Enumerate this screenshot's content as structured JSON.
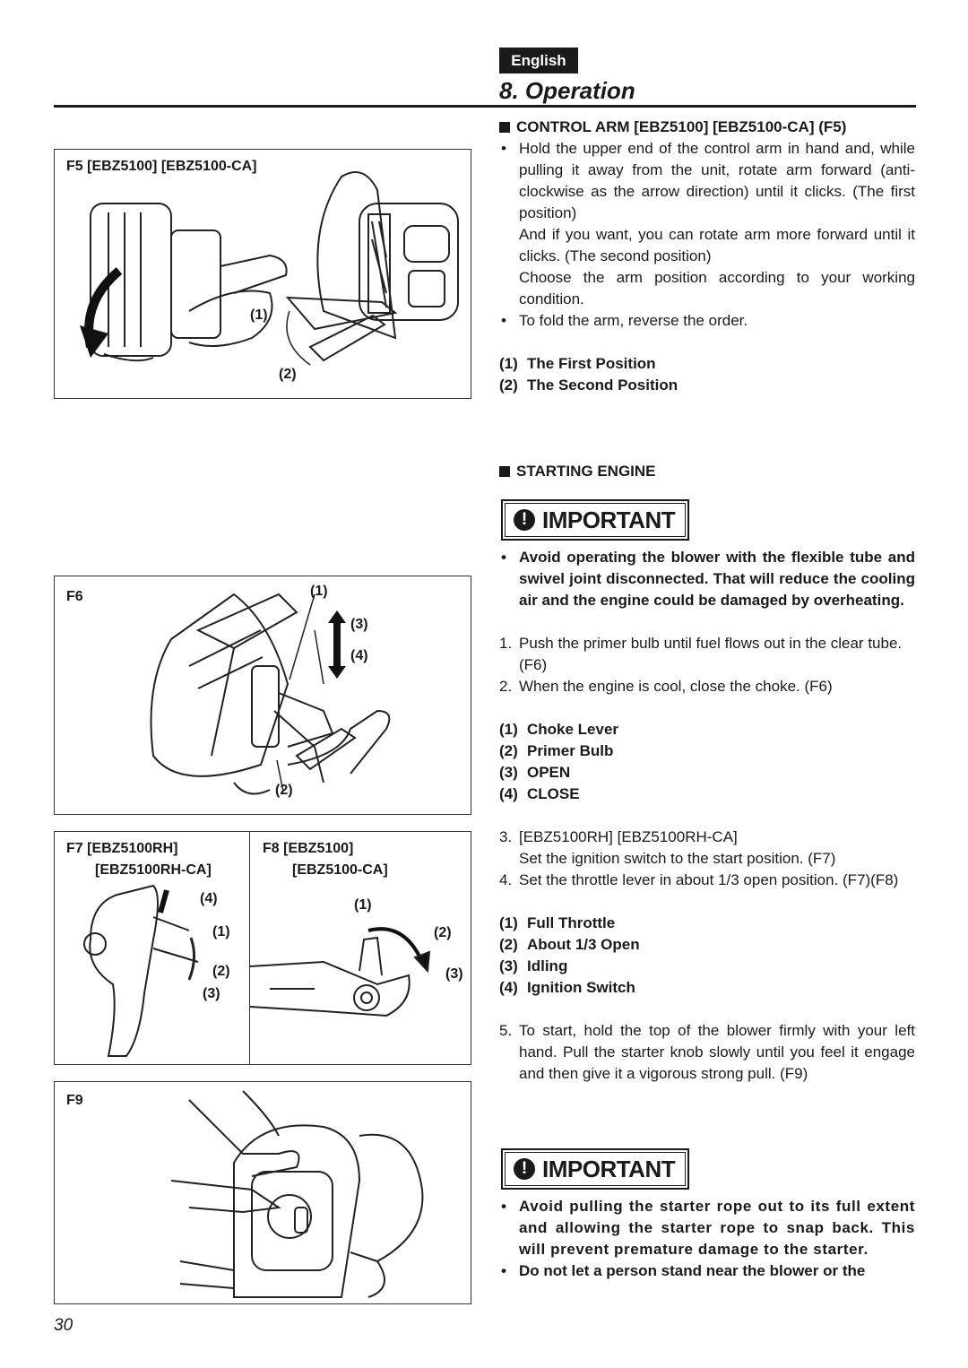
{
  "header": {
    "language": "English",
    "section_title": "8. Operation"
  },
  "figures": {
    "f5": {
      "label": "F5  [EBZ5100] [EBZ5100-CA]",
      "callouts": [
        "(1)",
        "(2)"
      ]
    },
    "f6": {
      "label": "F6",
      "callouts": [
        "(1)",
        "(3)",
        "(4)",
        "(2)"
      ]
    },
    "f7": {
      "label_line1": "F7  [EBZ5100RH]",
      "label_line2": "[EBZ5100RH-CA]",
      "callouts": [
        "(4)",
        "(1)",
        "(2)",
        "(3)"
      ]
    },
    "f8": {
      "label_line1": "F8  [EBZ5100]",
      "label_line2": "[EBZ5100-CA]",
      "callouts": [
        "(1)",
        "(2)",
        "(3)"
      ]
    },
    "f9": {
      "label": "F9"
    }
  },
  "control_arm": {
    "heading": "CONTROL ARM [EBZ5100] [EBZ5100-CA] (F5)",
    "bullet1": "Hold the upper end of the control arm in hand and, while pulling it away from the unit, rotate arm forward (anti-clockwise as the arrow direction) until it clicks. (The first position)",
    "bullet1_b": "And if you want, you can rotate arm more forward until it clicks. (The second position)",
    "bullet1_c": "Choose the arm position according to your working condition.",
    "bullet2": "To fold the arm, reverse the order.",
    "legend": [
      {
        "num": "(1)",
        "text": "The First Position"
      },
      {
        "num": "(2)",
        "text": "The Second Position"
      }
    ]
  },
  "starting_engine": {
    "heading": "STARTING ENGINE",
    "important_label": "IMPORTANT",
    "important1": "Avoid operating the blower with the flexible tube and swivel joint disconnected. That will reduce the cooling air and the engine could be damaged by overheating.",
    "steps1": [
      {
        "num": "1.",
        "text": "Push the primer bulb until fuel flows out in the clear tube. (F6)"
      },
      {
        "num": "2.",
        "text": "When the engine is cool, close the choke. (F6)"
      }
    ],
    "legend1": [
      {
        "num": "(1)",
        "text": "Choke Lever"
      },
      {
        "num": "(2)",
        "text": "Primer Bulb"
      },
      {
        "num": "(3)",
        "text": "OPEN"
      },
      {
        "num": "(4)",
        "text": "CLOSE"
      }
    ],
    "step3": {
      "num": "3.",
      "text": "[EBZ5100RH] [EBZ5100RH-CA]",
      "text_b": "Set the ignition switch to the start position. (F7)"
    },
    "step4": {
      "num": "4.",
      "text": "Set the throttle lever in about 1/3 open position. (F7)(F8)"
    },
    "legend2": [
      {
        "num": "(1)",
        "text": "Full Throttle"
      },
      {
        "num": "(2)",
        "text": "About 1/3 Open"
      },
      {
        "num": "(3)",
        "text": "Idling"
      },
      {
        "num": "(4)",
        "text": "Ignition Switch"
      }
    ],
    "step5": {
      "num": "5.",
      "text": "To start, hold the top of the blower firmly with your left hand. Pull the starter knob slowly until you feel it engage and then give it a vigorous strong pull. (F9)"
    },
    "important_label2": "IMPORTANT",
    "important2a": "Avoid pulling the starter rope out to its full extent and allowing the starter rope to snap back. This will prevent premature damage to the starter.",
    "important2b": "Do not let a person stand near the blower or the"
  },
  "page_number": "30"
}
